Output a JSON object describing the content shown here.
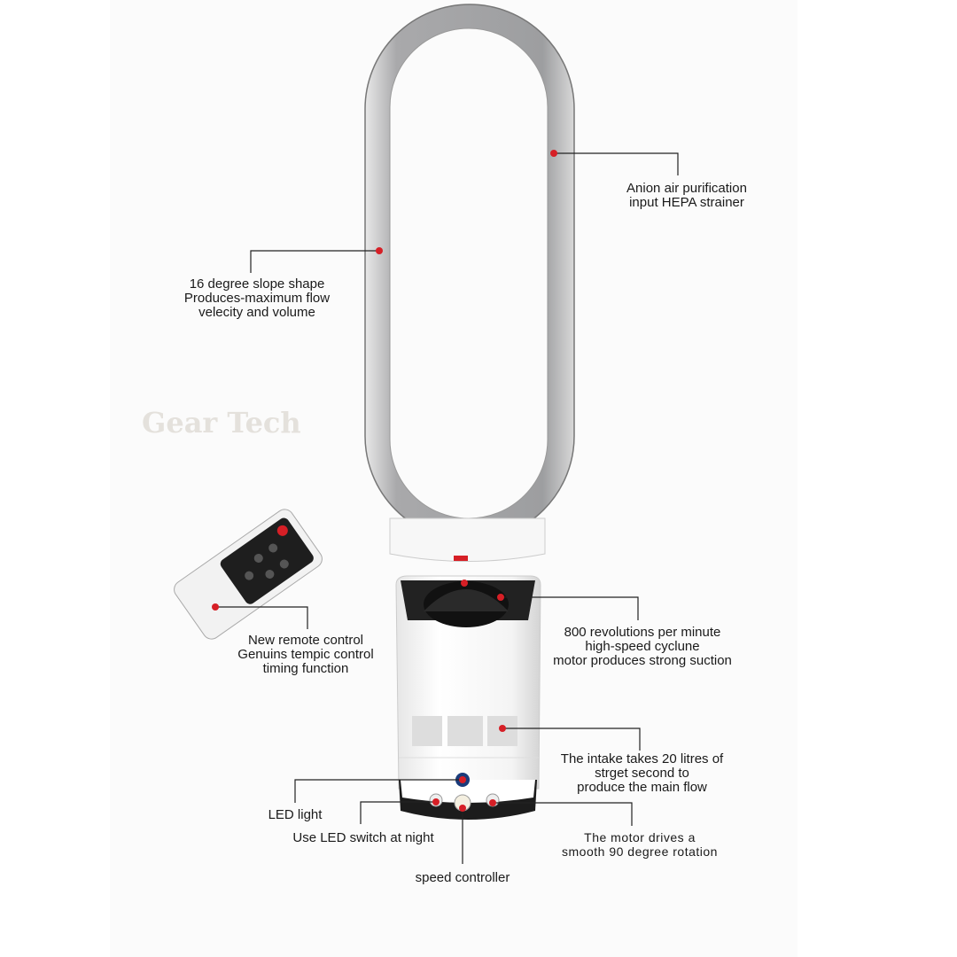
{
  "watermark": "Gear Tech",
  "accent_dot_color": "#d61f26",
  "callouts": {
    "anion": "Anion air purification\ninput HEPA strainer",
    "slope": "16 degree slope shape\nProduces-maximum flow\nvelecity and volume",
    "remote": "New remote control\nGenuins tempic control\ntiming function",
    "motor": "800 revolutions per minute\nhigh-speed cyclune\nmotor produces strong suction",
    "intake": "The intake takes 20 litres of\nstrget second to\nproduce the main flow",
    "led": "LED light",
    "led_switch": "Use LED switch at night",
    "rotation": "The motor drives a\nsmooth 90 degree rotation",
    "speed": "speed controller"
  }
}
